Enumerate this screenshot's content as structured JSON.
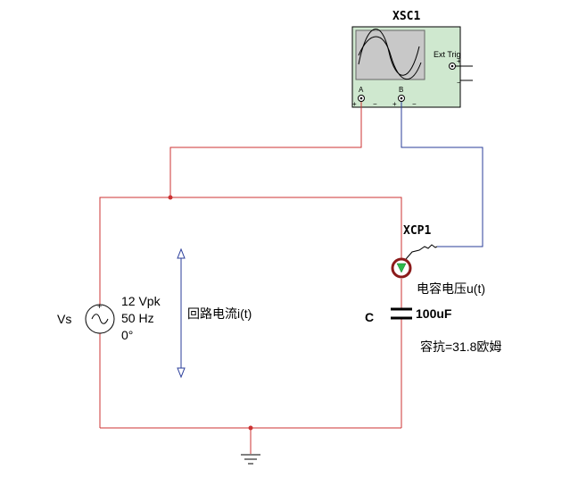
{
  "scope": {
    "name": "XSC1",
    "ext_trig": "Ext Trig",
    "channel_a": "A",
    "channel_b": "B"
  },
  "probe": {
    "name": "XCP1",
    "label": "电容电压u(t)"
  },
  "source": {
    "name": "Vs",
    "amplitude": "12 Vpk",
    "frequency": "50 Hz",
    "phase": "0°",
    "plus": "+",
    "minus": "−"
  },
  "capacitor": {
    "name": "C",
    "value": "100uF",
    "reactance": "容抗=31.8欧姆"
  },
  "current_label": "回路电流i(t)",
  "colors": {
    "wire_red": "#cc3333",
    "wire_blue": "#2a3d9a",
    "scope_face": "#cfe8cf",
    "screen": "#c8c8c8",
    "probe_green": "#2db84a",
    "probe_ring": "#8b1a1a"
  }
}
